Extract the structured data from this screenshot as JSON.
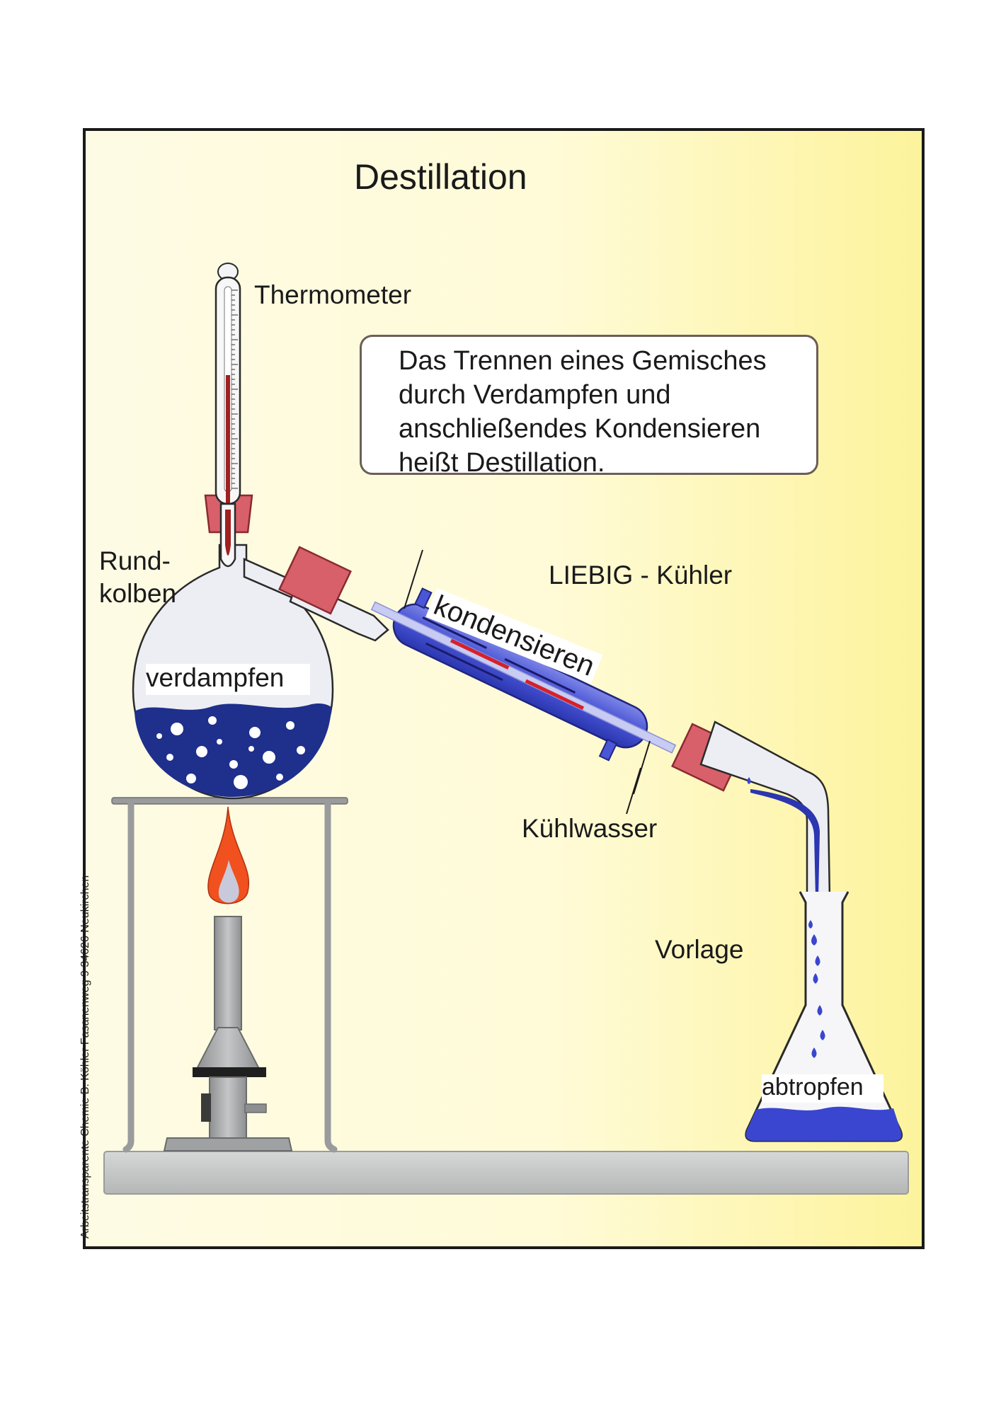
{
  "title": "Destillation",
  "labels": {
    "thermometer": "Thermometer",
    "rundkolben_line1": "Rund-",
    "rundkolben_line2": "kolben",
    "verdampfen": "verdampfen",
    "kondensieren": "kondensieren",
    "liebig_kuehler": "LIEBIG - Kühler",
    "kuehlwasser": "Kühlwasser",
    "vorlage": "Vorlage",
    "abtropfen": "abtropfen"
  },
  "definition": {
    "lines": [
      "Das Trennen eines Gemisches",
      "durch Verdampfen und",
      "anschließendes Kondensieren",
      "heißt Destillation."
    ]
  },
  "footer": "Arbeitstransparente  Chemie    B. Köhler   Fasanenweg 9    34626   Neukirchen",
  "colors": {
    "liquid": "#1e2f8c",
    "condenser": "#4a56d6",
    "stopper": "#d8606b",
    "flame": "#f0511e",
    "stand": "#9a9b9c",
    "bench": "#c9cccb",
    "panel_left": "#fdfbe4",
    "panel_right": "#fdf5a2"
  },
  "icons": [
    "thermometer-icon",
    "round-bottom-flask-icon",
    "liebig-condenser-icon",
    "bunsen-burner-icon",
    "flame-icon",
    "tripod-stand-icon",
    "erlenmeyer-flask-icon",
    "droplet-icon"
  ]
}
